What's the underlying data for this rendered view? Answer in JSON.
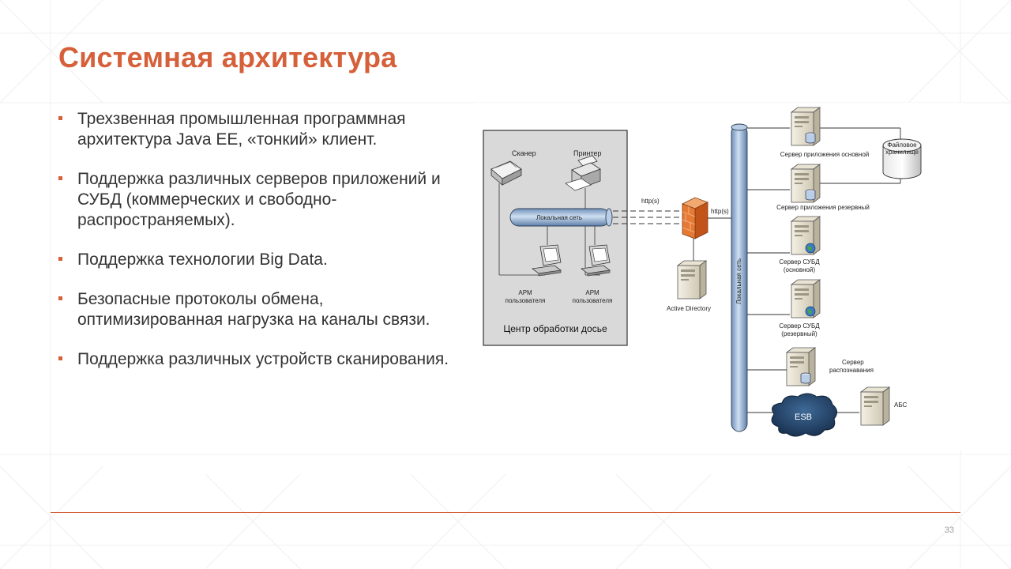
{
  "slide": {
    "title": "Системная архитектура",
    "page_number": "33",
    "accent_color": "#d5603a"
  },
  "bullets": [
    "Трехзвенная промышленная программная архитектура Java EE, «тонкий» клиент.",
    "Поддержка различных серверов приложений и СУБД (коммерческих и свободно-распространяемых).",
    "Поддержка технологии Big Data.",
    "Безопасные протоколы обмена, оптимизированная нагрузка на каналы связи.",
    "Поддержка различных устройств сканирования."
  ],
  "diagram": {
    "center": {
      "caption": "Центр обработки досье",
      "scanner": "Сканер",
      "printer": "Принтер",
      "lan": "Локальная сеть",
      "workstation_1": [
        "АРМ",
        "пользователя"
      ],
      "workstation_2": [
        "АРМ",
        "пользователя"
      ]
    },
    "http_left": "http(s)",
    "http_right": "http(s)",
    "active_directory": "Active Directory",
    "backbone_label": "Локальная сеть",
    "servers": {
      "app_main": "Сервер приложения основной",
      "app_reserve": "Сервер приложения резервный",
      "dbms_main": [
        "Сервер СУБД",
        "(основной)"
      ],
      "dbms_reserve": [
        "Сервер СУБД",
        "(резервный)"
      ],
      "recognition": [
        "Сервер",
        "распознавания"
      ],
      "abs": "АБС"
    },
    "file_storage": [
      "Файловое",
      "хранилище"
    ],
    "esb": "ESB"
  }
}
